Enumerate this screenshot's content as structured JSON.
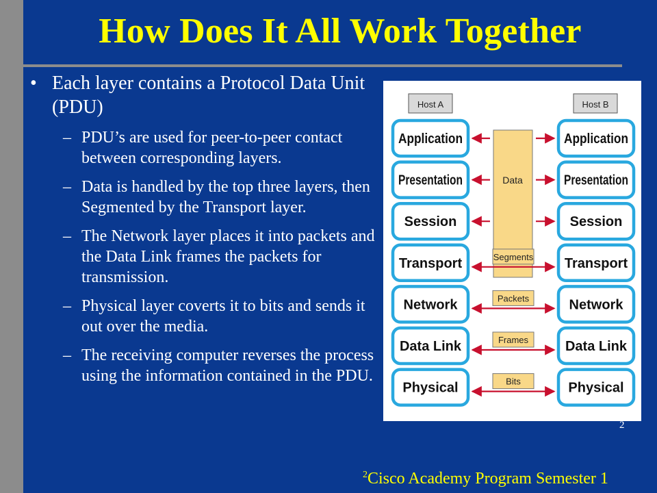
{
  "title": "How Does It All Work Together",
  "bullets": {
    "main": "Each layer contains a Protocol Data Unit (PDU)",
    "bullet_marker": "•",
    "dash_marker": "–",
    "subs": [
      "PDU’s are used for peer-to-peer contact between corresponding layers.",
      "Data is handled by the top three layers, then Segmented by the Transport layer.",
      "The Network layer places it into packets and the Data Link frames the packets for transmission.",
      "Physical layer coverts it to bits and sends it out over the media.",
      "The receiving computer reverses the process using the information contained in the PDU."
    ]
  },
  "figure": {
    "host_a": "Host A",
    "host_b": "Host B",
    "layers": [
      "Application",
      "Presentation",
      "Session",
      "Transport",
      "Network",
      "Data Link",
      "Physical"
    ],
    "data_label": "Data",
    "pdus": [
      "Segments",
      "Packets",
      "Frames",
      "Bits"
    ],
    "colors": {
      "layer_border": "#29a8df",
      "data_fill": "#f9d888",
      "arrow": "#c8102e",
      "host_fill": "#d9d9d9"
    }
  },
  "page_number": "2",
  "footer": {
    "superscript": "2",
    "text": "Cisco Academy Program Semester 1"
  }
}
